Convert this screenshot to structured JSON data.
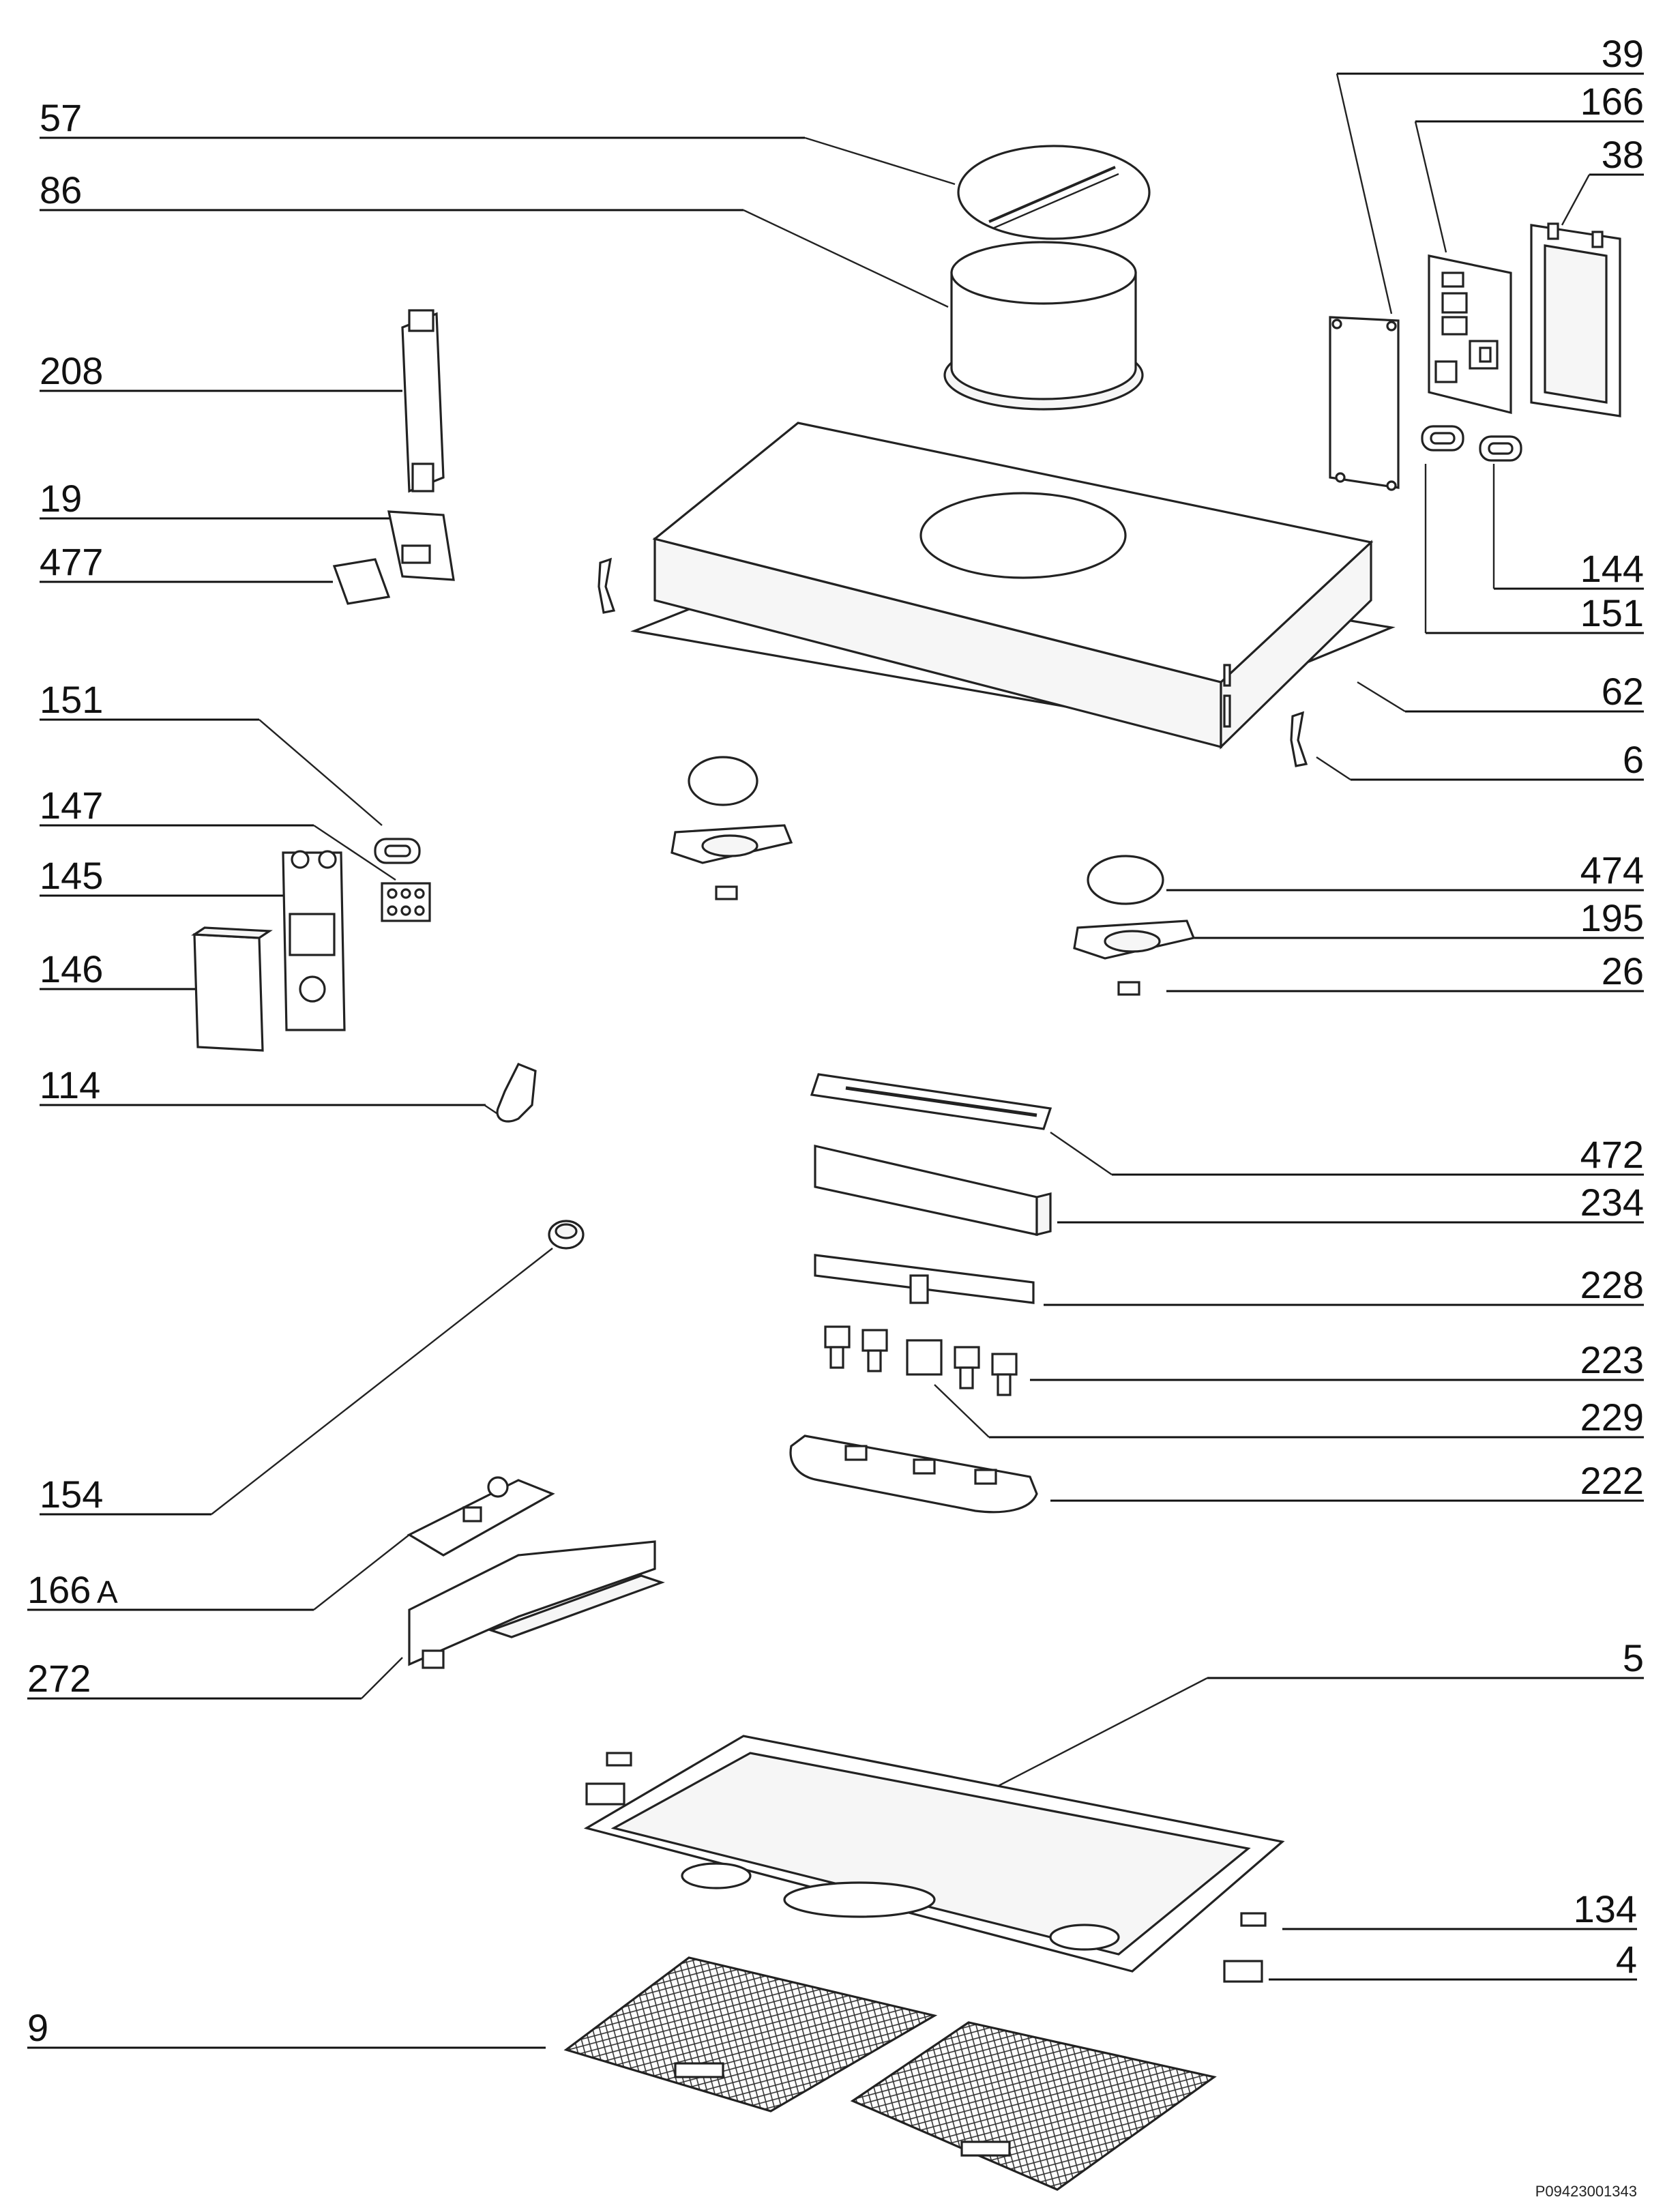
{
  "diagram": {
    "left_labels": [
      "57",
      "86",
      "208",
      "19",
      "477",
      "151",
      "147",
      "145",
      "146",
      "114",
      "154",
      "166",
      "A",
      "272",
      "9"
    ],
    "right_labels": [
      "39",
      "166",
      "38",
      "144",
      "151",
      "62",
      "6",
      "474",
      "195",
      "26",
      "472",
      "234",
      "228",
      "223",
      "229",
      "222",
      "5",
      "134",
      "4"
    ],
    "footer_code": "P09423001343"
  }
}
